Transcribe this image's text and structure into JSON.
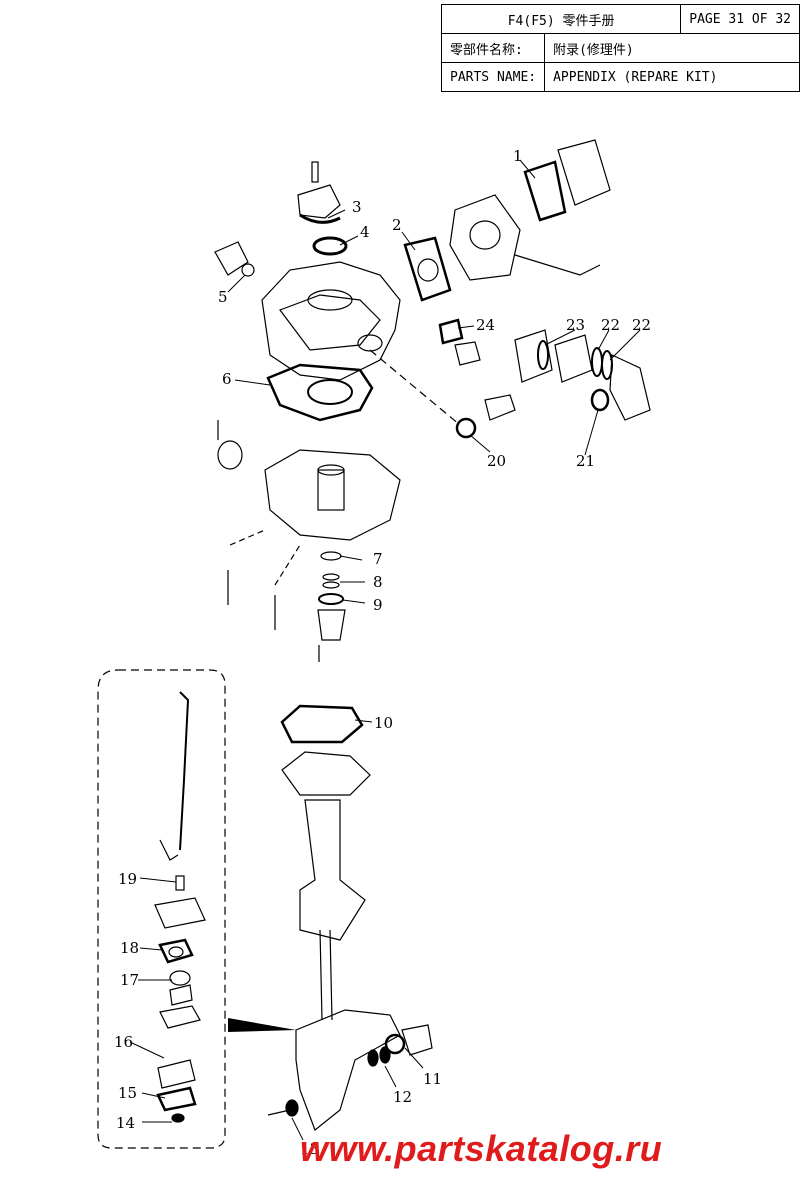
{
  "header": {
    "model_title": "F4(F5) 零件手册",
    "page_label": "PAGE 31 OF 32",
    "name_label_cn": "零部件名称:",
    "name_value_cn": "附录(修理件)",
    "name_label_en": "PARTS NAME:",
    "name_value_en": "APPENDIX (REPARE KIT)"
  },
  "callouts": [
    "1",
    "2",
    "3",
    "4",
    "5",
    "6",
    "7",
    "8",
    "9",
    "10",
    "11",
    "12",
    "13",
    "14",
    "15",
    "16",
    "17",
    "18",
    "19",
    "20",
    "21",
    "22",
    "22",
    "23",
    "24"
  ],
  "watermark": "www.partskatalog.ru",
  "colors": {
    "watermark": "#e01b1b",
    "ink": "#000000"
  }
}
